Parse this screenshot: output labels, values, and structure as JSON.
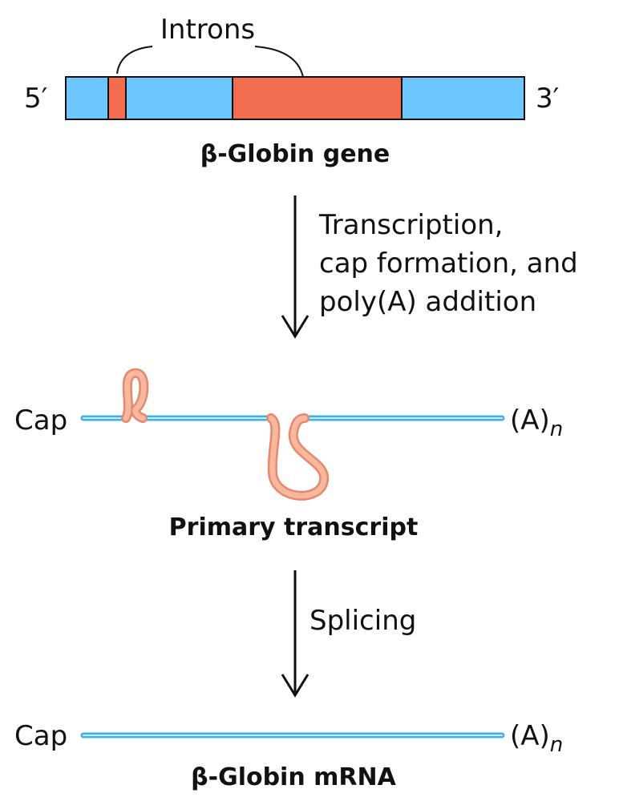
{
  "top": {
    "introns_label": "Introns",
    "five_prime": "5′",
    "three_prime": "3′",
    "gene_label": "β-Globin gene"
  },
  "step1": {
    "line1": "Transcription,",
    "line2": "cap formation, and",
    "line3": "poly(A) addition"
  },
  "primary": {
    "cap": "Cap",
    "poly_a": "(A)",
    "poly_a_sub": "n",
    "label": "Primary transcript"
  },
  "step2": {
    "label": "Splicing"
  },
  "mrna": {
    "cap": "Cap",
    "poly_a": "(A)",
    "poly_a_sub": "n",
    "label": "β-Globin mRNA"
  },
  "colors": {
    "exon": "#6ec6ff",
    "intron_gene": "#f26d50",
    "intron_loop": "#f7b8a0",
    "intron_loop_edge": "#e8876a",
    "mrna_line": "#3fb0e8",
    "text": "#111111"
  }
}
